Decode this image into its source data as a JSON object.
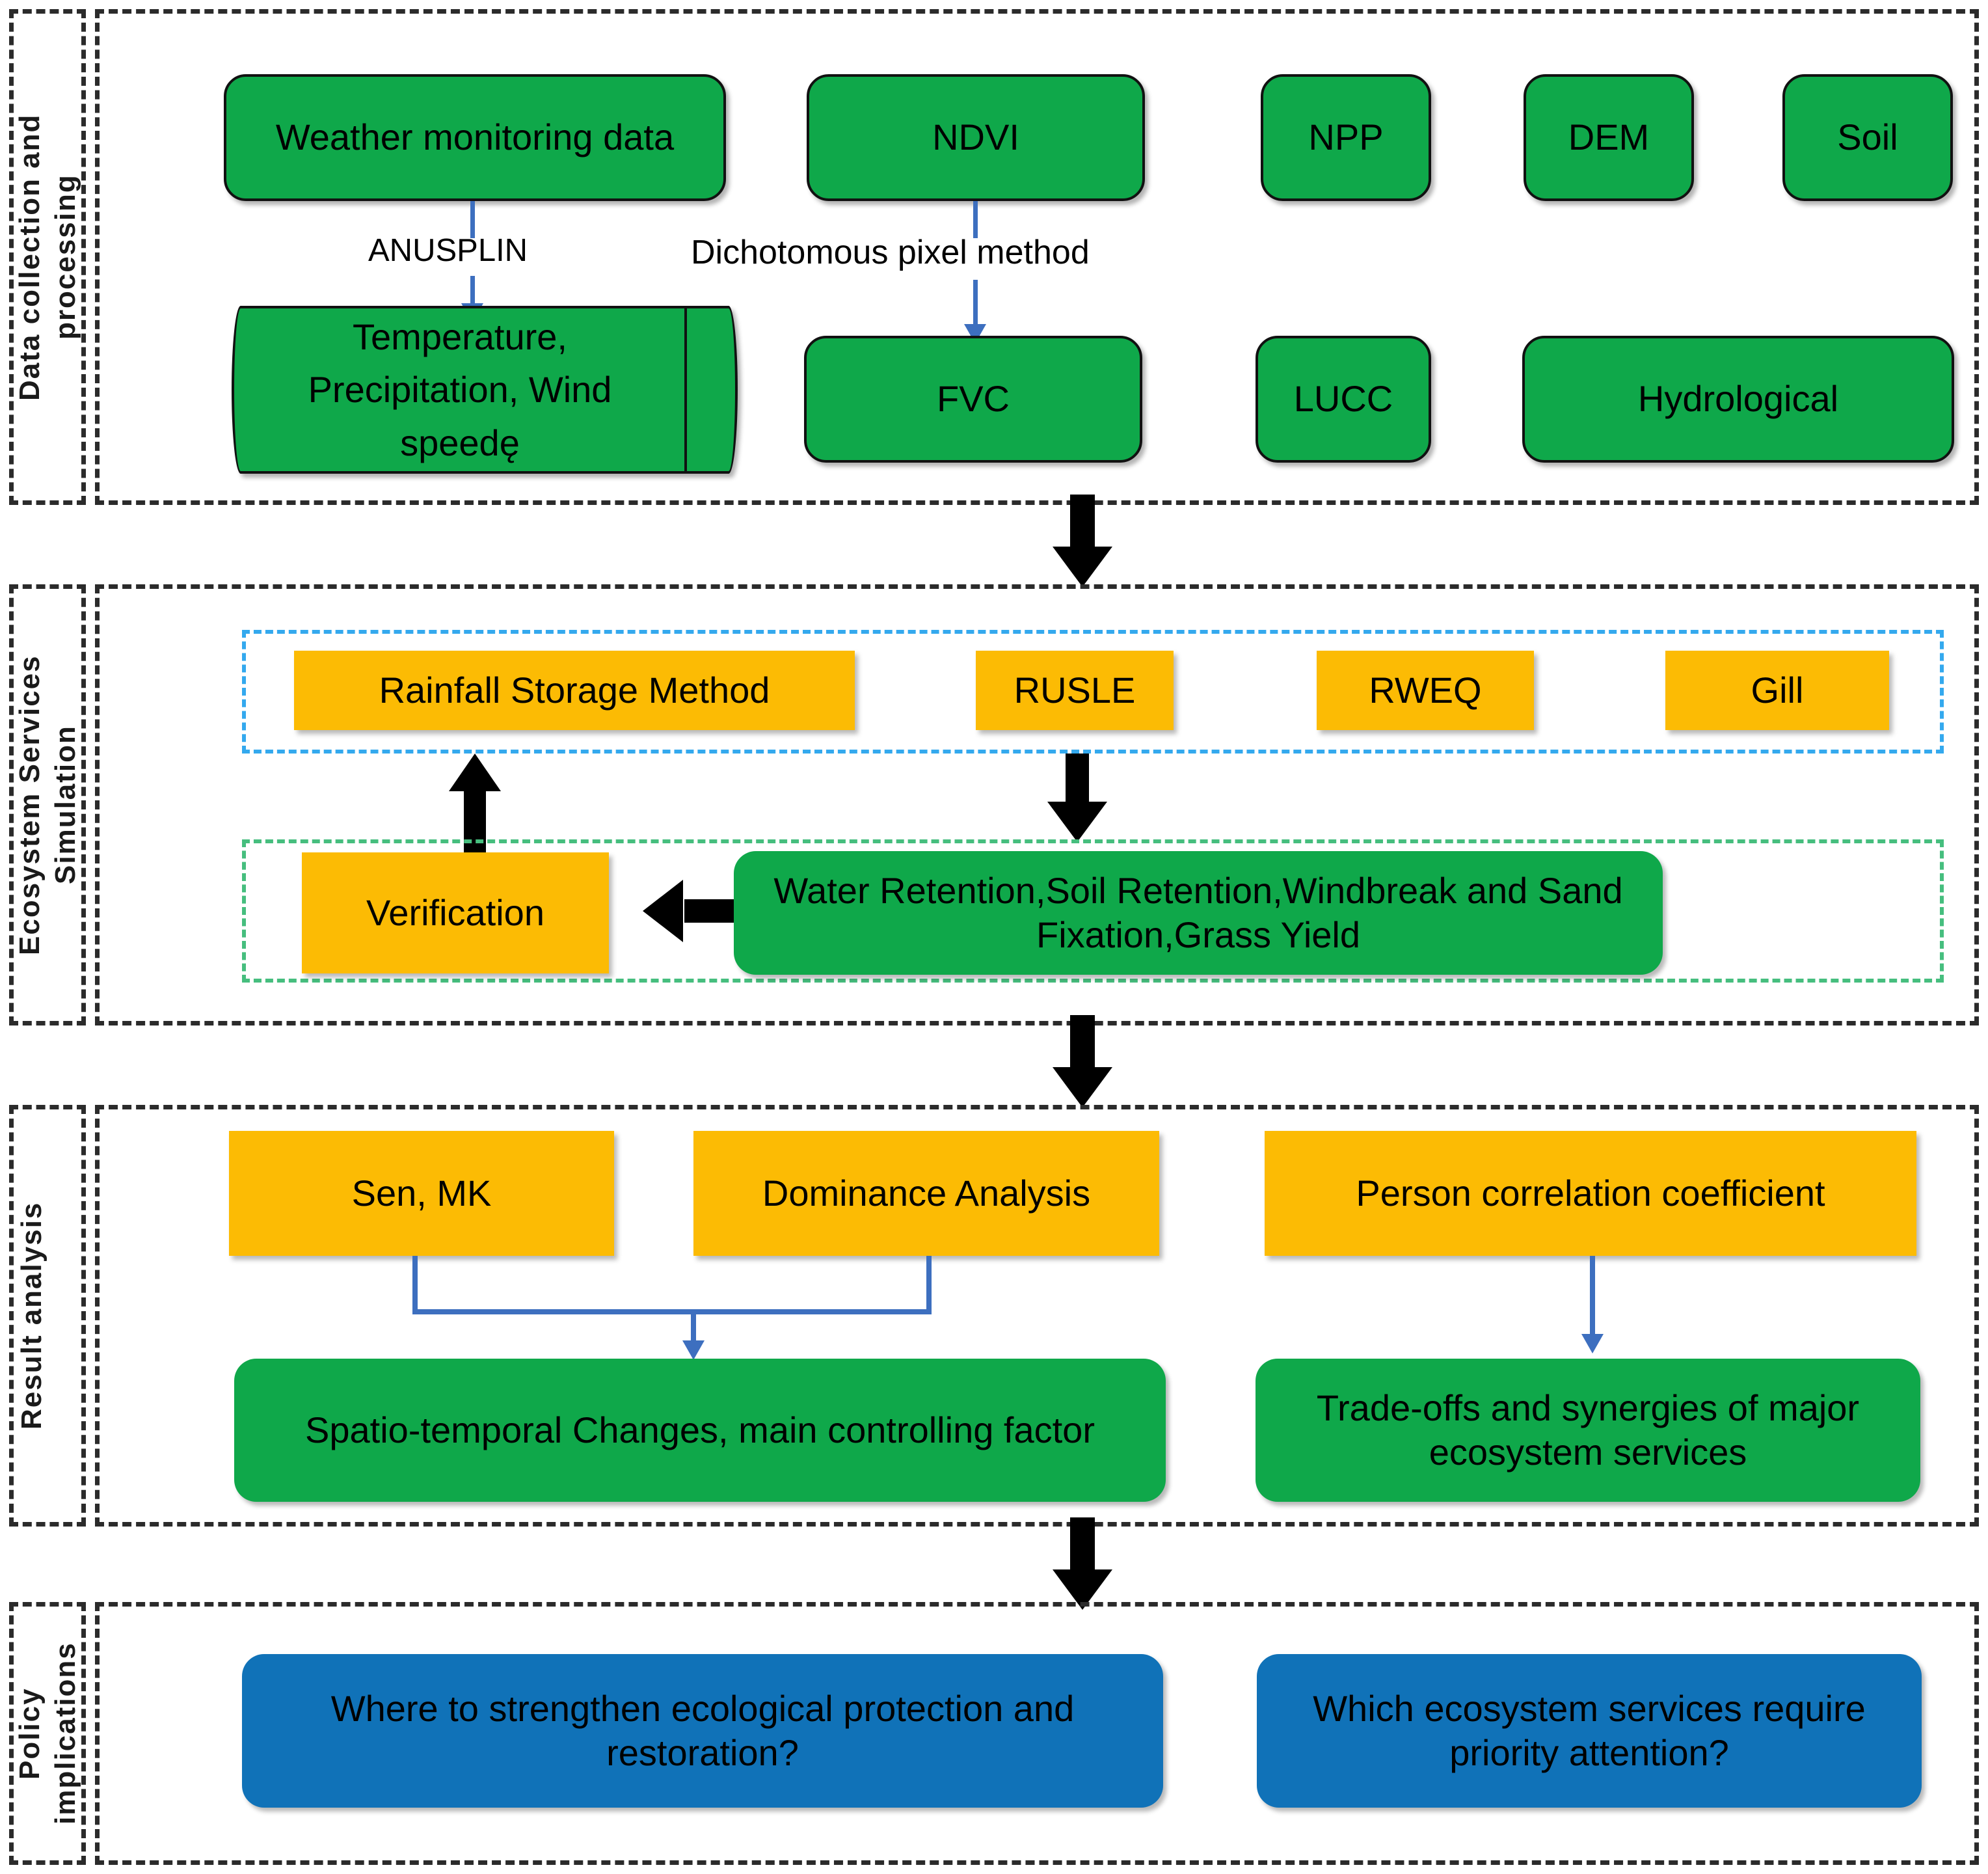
{
  "diagram": {
    "title": "Research framework flowchart",
    "colors": {
      "green": "#0FA84A",
      "yellow": "#FCBB04",
      "blue": "#1072B8",
      "dashed_blue_group": "#34A9EE",
      "dashed_green_group": "#46BE7E",
      "arrow_blue": "#3D6FBF",
      "arrow_black": "#000000",
      "frame": "#2B2B2B"
    }
  },
  "sections": [
    {
      "id": "data-collection",
      "label": "Data collection and processing",
      "nodes": {
        "weather": "Weather monitoring data",
        "ndvi": "NDVI",
        "npp": "NPP",
        "dem": "DEM",
        "soil": "Soil",
        "climate_cylinder": "Temperature, Precipitation,  Wind speedę",
        "fvc": "FVC",
        "lucc": "LUCC",
        "hydrological": "Hydrological"
      },
      "edge_labels": {
        "anusplin": "ANUSPLIN",
        "dichotomous": "Dichotomous pixel method"
      }
    },
    {
      "id": "ecosystem-services-simulation",
      "label": "Ecosystem Services Simulation",
      "models": {
        "rainfall": "Rainfall Storage Method",
        "rusle": "RUSLE",
        "rweq": "RWEQ",
        "gill": "Gill"
      },
      "outputs": {
        "verification": "Verification",
        "services": "Water Retention,Soil Retention,Windbreak and Sand Fixation,Grass Yield"
      }
    },
    {
      "id": "result-analysis",
      "label": "Result analysis",
      "methods": {
        "sen_mk": "Sen, MK",
        "dominance": "Dominance Analysis",
        "pearson": "Person correlation coefficient"
      },
      "results": {
        "spatio": "Spatio-temporal Changes, main controlling factor",
        "tradeoffs": "Trade-offs and synergies of major ecosystem services"
      }
    },
    {
      "id": "policy-implications",
      "label": "Policy implications",
      "questions": {
        "q1": "Where to strengthen ecological protection and restoration?",
        "q2": "Which ecosystem services require priority attention?"
      }
    }
  ]
}
